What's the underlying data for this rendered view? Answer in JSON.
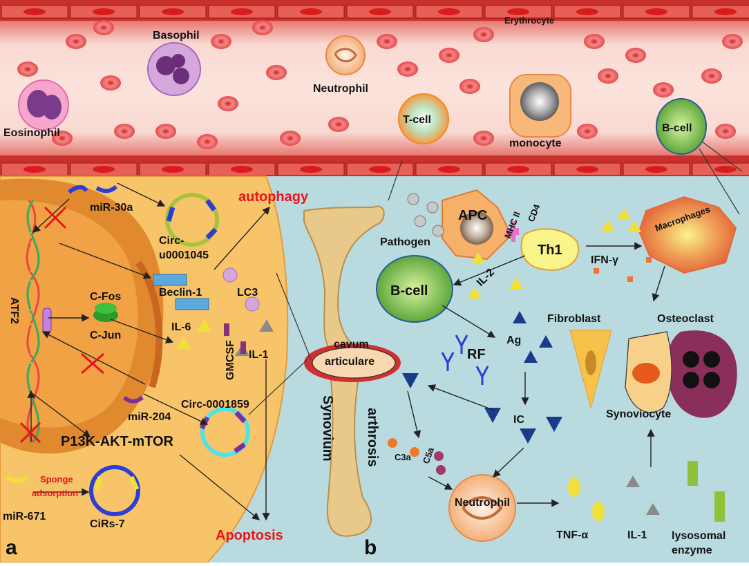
{
  "labels": {
    "eosinophil": "Eosinophil",
    "basophil": "Basophil",
    "neutrophil_vessel": "Neutrophil",
    "erythrocyte": "Erythrocyte",
    "tcell": "T-cell",
    "monocyte": "monocyte",
    "bcell_vessel": "B-cell",
    "mir30a": "miR-30a",
    "circ_u1": "Circ-",
    "circ_u2": "u0001045",
    "autophagy": "autophagy",
    "beclin": "Beclin-1",
    "lc3": "LC3",
    "atf2": "ATF2",
    "cfos": "C-Fos",
    "cjun": "C-Jun",
    "il6": "IL-6",
    "gmcsf": "GMCSF",
    "il1_left": "IL-1",
    "circ1859": "Circ-0001859",
    "mir204": "miR-204",
    "pathway": "P13K-AKT-mTOR",
    "sponge1": "Sponge",
    "sponge2": "adsorption",
    "mir671": "miR-671",
    "cirs7": "CiRs-7",
    "apoptosis": "Apoptosis",
    "panel_a": "a",
    "panel_b": "b",
    "cavum1": "cavum",
    "cavum2": "articulare",
    "synovium": "Synovium",
    "arthrosis": "arthrosis",
    "pathogen": "Pathogen",
    "apc": "APC",
    "mhc": "MHC II",
    "cd4": "CD4",
    "th1": "Th1",
    "ifn": "IFN-γ",
    "macrophages": "Macrophages",
    "bcell_main": "B-cell",
    "il2": "IL-2",
    "fibroblast": "Fibroblast",
    "osteoclast": "Osteoclast",
    "rf": "RF",
    "ag": "Ag",
    "synoviocyte": "Synoviocyte",
    "ic": "IC",
    "c3a": "C3a",
    "c5a": "C5a",
    "neutrophil_b": "Neutrophil",
    "tnf": "TNF-α",
    "il1_right": "IL-1",
    "lyso1": "lysosomal",
    "lyso2": "enzyme"
  },
  "colors": {
    "vessel_red": "#c8302c",
    "vessel_light": "#f2a29a",
    "cell_panel": "#f8c46a",
    "nucleus": "#e0892e",
    "background_b": "#b9dbe0",
    "bone": "#e8c98a",
    "red_text": "#e8141a"
  }
}
